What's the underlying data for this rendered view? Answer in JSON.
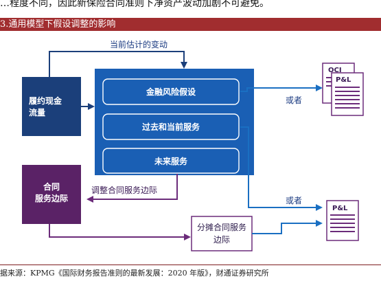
{
  "top_text": "…程度不同，因此新保险合同准则下净资产波动加剧不可避免。",
  "figure_title": "3.通用模型下假设调整的影响",
  "diagram": {
    "current_estimate_change": "当前估计的变动",
    "fulfilment_cash_flow": [
      "履约现金",
      "流量"
    ],
    "csm": [
      "合同",
      "服务边际"
    ],
    "financial_risk": "金融风险假设",
    "past_current_service": "过去和当前服务",
    "future_service": "未来服务",
    "adjust_csm": "调整合同服务边际",
    "amortize_csm": [
      "分摊合同服务",
      "边际"
    ],
    "or_top": "或者",
    "or_bottom": "或者",
    "oci_label": "OCI",
    "pl_label_top": "P&L",
    "pl_label_bottom": "P&L"
  },
  "source_text": "据来源：KPMG《国际财务报告准则的最新发展：2020 年版》，财通证券研究所",
  "colors": {
    "title_bar": "#a12d2f",
    "navy": "#1b3f7a",
    "blue": "#1a5fb4",
    "purple": "#5a2266",
    "arrow_purple": "#6b2b7a",
    "arrow_blue": "#1a6fc2"
  }
}
